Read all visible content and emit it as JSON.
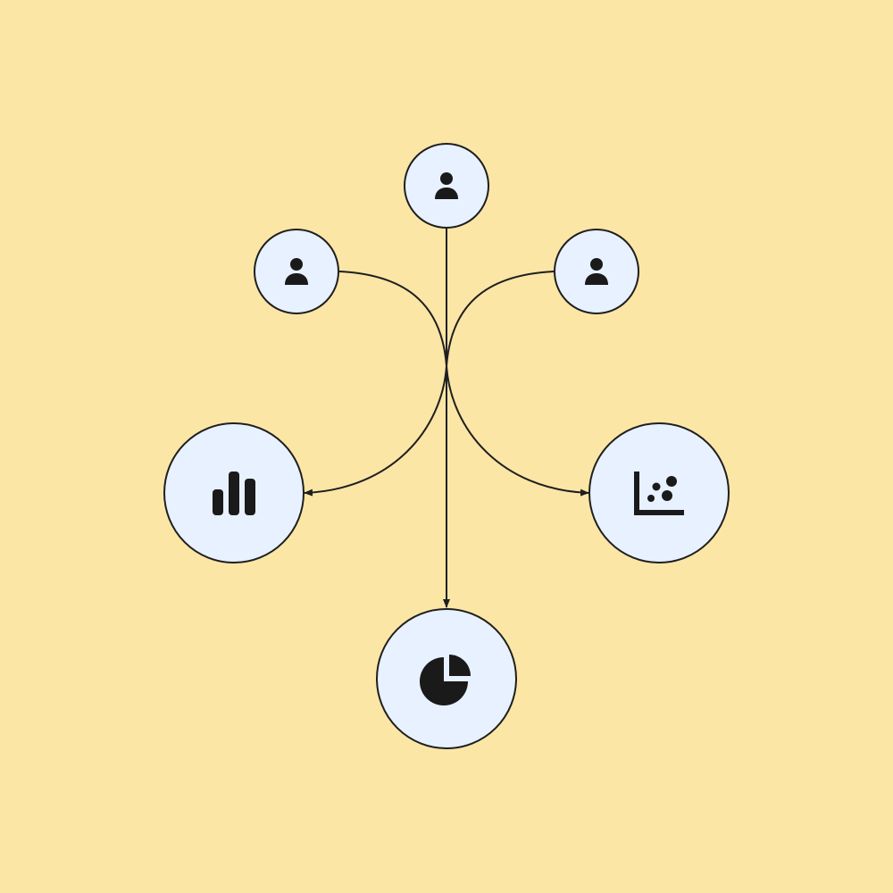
{
  "diagram": {
    "background": "#fce6a6",
    "node_fill": "#e8f1ff",
    "stroke_color": "#1f1f1f",
    "icon_color": "#1a1a1a",
    "nodes": [
      {
        "id": "user-top",
        "icon": "user-icon"
      },
      {
        "id": "user-left",
        "icon": "user-icon"
      },
      {
        "id": "user-right",
        "icon": "user-icon"
      },
      {
        "id": "bar-chart",
        "icon": "bar-chart-icon"
      },
      {
        "id": "scatter-chart",
        "icon": "scatter-chart-icon"
      },
      {
        "id": "pie-chart",
        "icon": "pie-chart-icon"
      }
    ],
    "edges": [
      {
        "from": "user-top",
        "to": "pie-chart"
      },
      {
        "from": "user-left",
        "to": "scatter-chart"
      },
      {
        "from": "user-right",
        "to": "bar-chart"
      }
    ]
  }
}
